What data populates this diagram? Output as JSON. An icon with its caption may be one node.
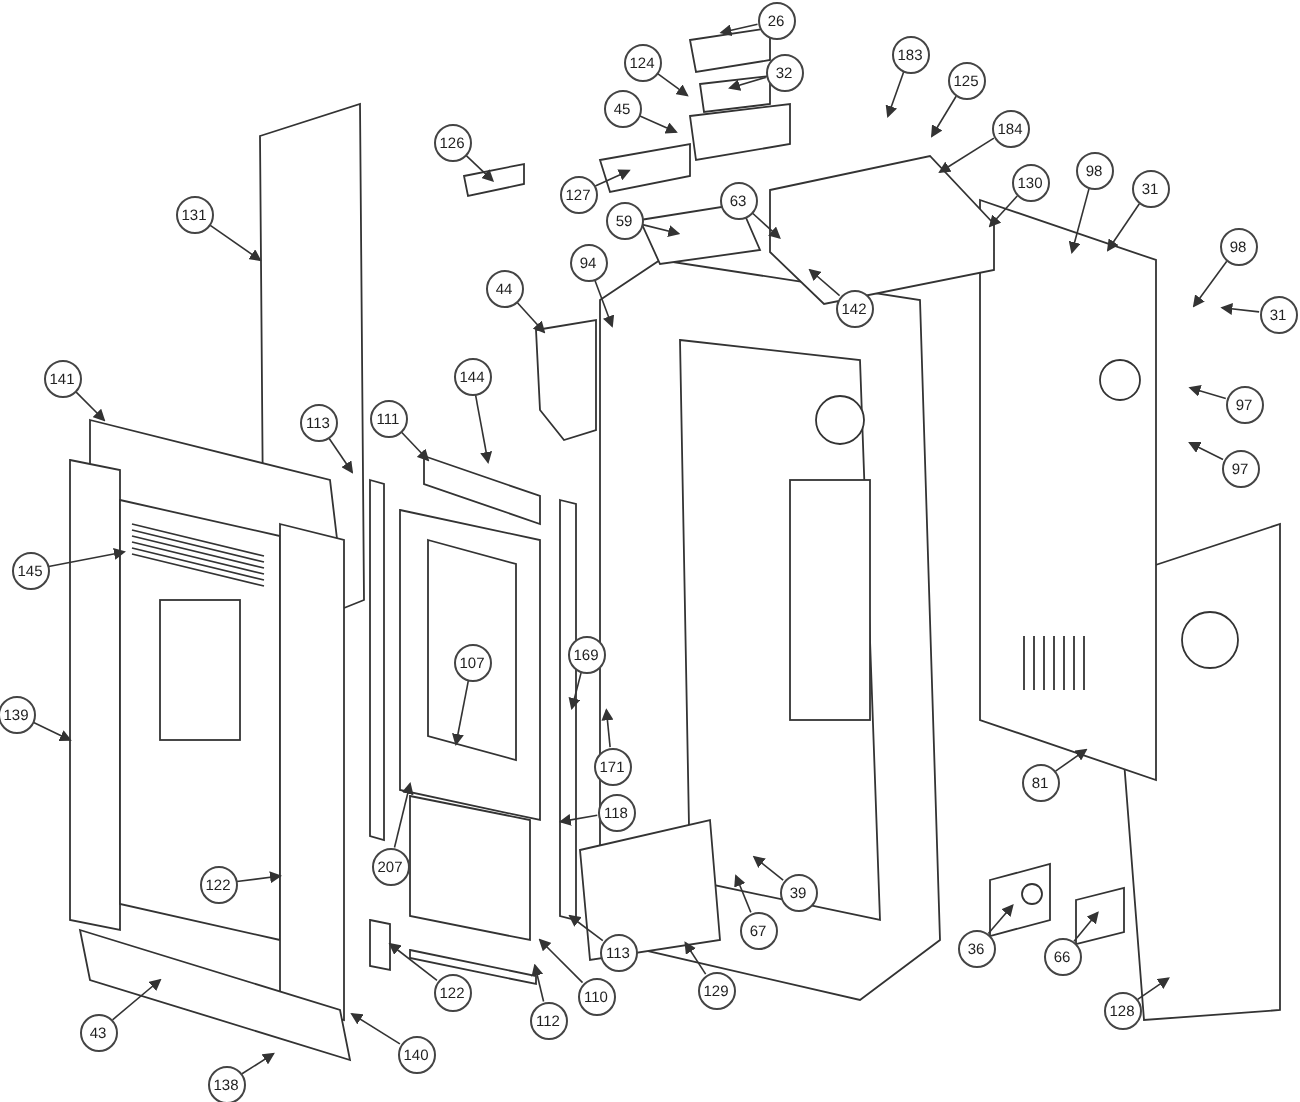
{
  "diagram": {
    "nodes": [
      {
        "text": [
          "26"
        ]
      },
      {
        "text": [
          "183"
        ]
      },
      {
        "text": [
          "32"
        ]
      },
      {
        "text": [
          "124"
        ]
      },
      {
        "text": [
          "125"
        ]
      },
      {
        "text": [
          "45"
        ]
      },
      {
        "text": [
          "184"
        ]
      },
      {
        "text": [
          "126"
        ]
      },
      {
        "text": [
          "98"
        ]
      },
      {
        "text": [
          "130"
        ]
      },
      {
        "text": [
          "31"
        ]
      },
      {
        "text": [
          "127"
        ]
      },
      {
        "text": [
          "63"
        ]
      },
      {
        "text": [
          "131"
        ]
      },
      {
        "text": [
          "59"
        ]
      },
      {
        "text": [
          "98"
        ]
      },
      {
        "text": [
          "94"
        ]
      },
      {
        "text": [
          "44"
        ]
      },
      {
        "text": [
          "142"
        ]
      },
      {
        "text": [
          "31"
        ]
      },
      {
        "text": [
          "141"
        ]
      },
      {
        "text": [
          "144"
        ]
      },
      {
        "text": [
          "111"
        ]
      },
      {
        "text": [
          "97"
        ]
      },
      {
        "text": [
          "113"
        ]
      },
      {
        "text": [
          "97"
        ]
      },
      {
        "text": [
          "145"
        ]
      },
      {
        "text": [
          "169"
        ]
      },
      {
        "text": [
          "107"
        ]
      },
      {
        "text": [
          "139"
        ]
      },
      {
        "text": [
          "171"
        ]
      },
      {
        "text": [
          "81"
        ]
      },
      {
        "text": [
          "118"
        ]
      },
      {
        "text": [
          "207"
        ]
      },
      {
        "text": [
          "122"
        ]
      },
      {
        "text": [
          "39"
        ]
      },
      {
        "text": [
          "67"
        ]
      },
      {
        "text": [
          "113"
        ]
      },
      {
        "text": [
          "36"
        ]
      },
      {
        "text": [
          "66"
        ]
      },
      {
        "text": [
          "129"
        ]
      },
      {
        "text": [
          "122"
        ]
      },
      {
        "text": [
          "110"
        ]
      },
      {
        "text": [
          "128"
        ]
      },
      {
        "text": [
          "112"
        ]
      },
      {
        "text": [
          "43"
        ]
      },
      {
        "text": [
          "140"
        ]
      },
      {
        "text": [
          "138"
        ]
      }
    ],
    "edges": [
      {
        "from": 0,
        "to": null,
        "arrow": "to"
      },
      {
        "from": 1,
        "to": null,
        "arrow": "to"
      },
      {
        "from": 2,
        "to": null,
        "arrow": "to"
      },
      {
        "from": 3,
        "to": null,
        "arrow": "to"
      },
      {
        "from": 4,
        "to": null,
        "arrow": "to"
      },
      {
        "from": 5,
        "to": null,
        "arrow": "to"
      },
      {
        "from": 6,
        "to": null,
        "arrow": "to"
      },
      {
        "from": 7,
        "to": null,
        "arrow": "to"
      },
      {
        "from": 8,
        "to": null,
        "arrow": "to"
      },
      {
        "from": 9,
        "to": null,
        "arrow": "to"
      },
      {
        "from": 10,
        "to": null,
        "arrow": "to"
      },
      {
        "from": 11,
        "to": null,
        "arrow": "to"
      },
      {
        "from": 12,
        "to": null,
        "arrow": "to"
      },
      {
        "from": 13,
        "to": null,
        "arrow": "to"
      },
      {
        "from": 14,
        "to": null,
        "arrow": "to"
      },
      {
        "from": 15,
        "to": null,
        "arrow": "to"
      },
      {
        "from": 16,
        "to": null,
        "arrow": "to"
      },
      {
        "from": 17,
        "to": null,
        "arrow": "to"
      },
      {
        "from": 18,
        "to": null,
        "arrow": "to"
      },
      {
        "from": 19,
        "to": null,
        "arrow": "to"
      },
      {
        "from": 20,
        "to": null,
        "arrow": "to"
      },
      {
        "from": 21,
        "to": null,
        "arrow": "to"
      },
      {
        "from": 22,
        "to": null,
        "arrow": "to"
      },
      {
        "from": 23,
        "to": null,
        "arrow": "to"
      },
      {
        "from": 24,
        "to": null,
        "arrow": "to"
      },
      {
        "from": 25,
        "to": null,
        "arrow": "to"
      },
      {
        "from": 26,
        "to": null,
        "arrow": "to"
      },
      {
        "from": 27,
        "to": null,
        "arrow": "to"
      },
      {
        "from": 28,
        "to": null,
        "arrow": "to"
      },
      {
        "from": 29,
        "to": null,
        "arrow": "to"
      },
      {
        "from": 30,
        "to": null,
        "arrow": "to"
      },
      {
        "from": 31,
        "to": null,
        "arrow": "to"
      },
      {
        "from": 32,
        "to": null,
        "arrow": "to"
      },
      {
        "from": 33,
        "to": null,
        "arrow": "to"
      },
      {
        "from": 34,
        "to": null,
        "arrow": "to"
      },
      {
        "from": 35,
        "to": null,
        "arrow": "to"
      },
      {
        "from": 36,
        "to": null,
        "arrow": "to"
      },
      {
        "from": 37,
        "to": null,
        "arrow": "to"
      },
      {
        "from": 38,
        "to": null,
        "arrow": "to"
      },
      {
        "from": 39,
        "to": null,
        "arrow": "to"
      },
      {
        "from": 40,
        "to": null,
        "arrow": "to"
      },
      {
        "from": 41,
        "to": null,
        "arrow": "to"
      },
      {
        "from": 42,
        "to": null,
        "arrow": "to"
      },
      {
        "from": 43,
        "to": null,
        "arrow": "to"
      },
      {
        "from": 44,
        "to": null,
        "arrow": "to"
      },
      {
        "from": 45,
        "to": null,
        "arrow": "to"
      },
      {
        "from": 46,
        "to": null,
        "arrow": "to"
      },
      {
        "from": 47,
        "to": null,
        "arrow": "to"
      }
    ]
  }
}
